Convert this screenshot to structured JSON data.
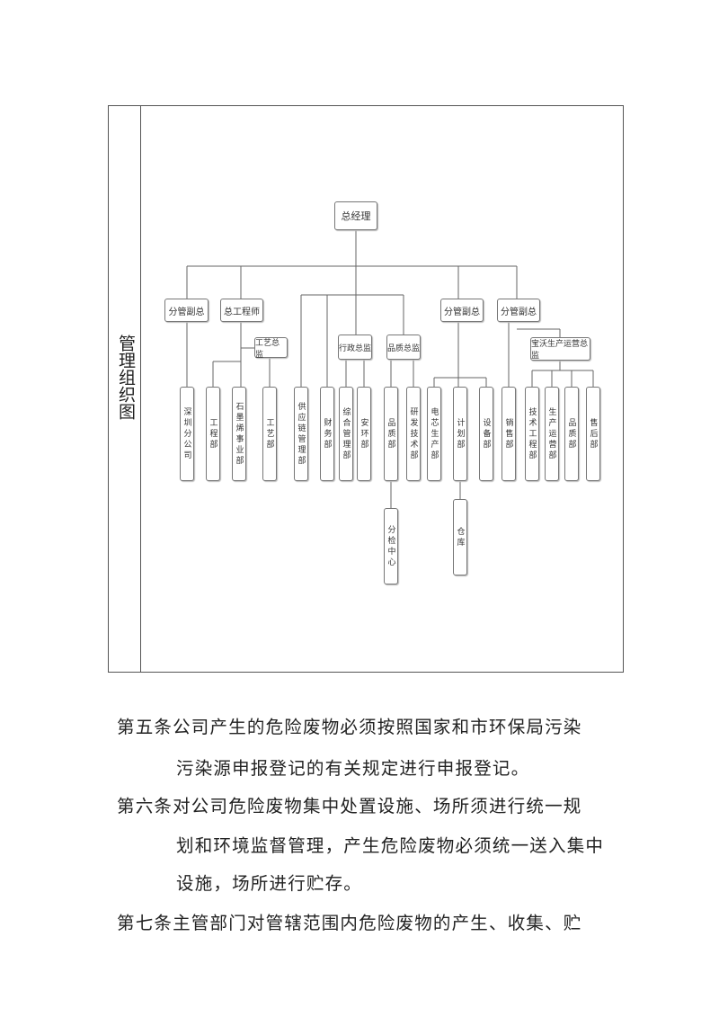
{
  "chart": {
    "side_label": "管理组织图",
    "root": "总经理",
    "level2": [
      "分管副总",
      "总工程师",
      "分管副总",
      "分管副总"
    ],
    "directors": [
      "工艺总监",
      "行政总监",
      "品质总监",
      "宝沃生产运营总监"
    ],
    "departments": [
      "深圳分公司",
      "工程部",
      "石墨烯事业部",
      "工艺部",
      "供应链管理部",
      "财务部",
      "综合管理部",
      "安环部",
      "品质部",
      "研发技术部",
      "电芯生产部",
      "计划部",
      "设备部",
      "销售部",
      "技术工程部",
      "生产运营部",
      "品质部",
      "售后部"
    ],
    "sub_units": [
      "分检中心",
      "仓库"
    ]
  },
  "text": {
    "lines": [
      "第五条公司产生的危险废物必须按照国家和市环保局污染",
      "污染源申报登记的有关规定进行申报登记。",
      "第六条对公司危险废物集中处置设施、场所须进行统一规",
      "划和环境监督管理，产生危险废物必须统一送入集中",
      "设施，场所进行贮存。",
      "第七条主管部门对管辖范围内危险废物的产生、收集、贮"
    ]
  }
}
